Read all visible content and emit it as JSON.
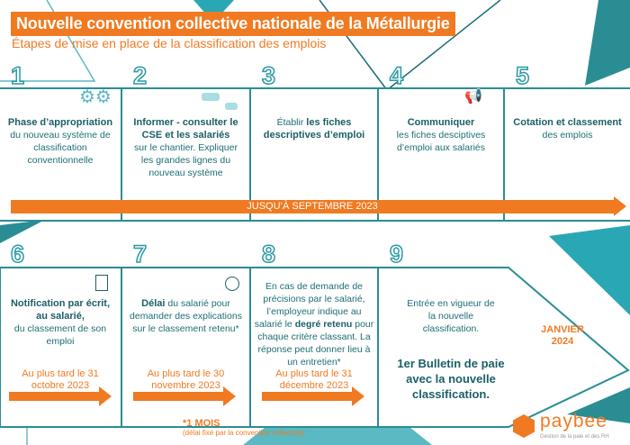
{
  "header": {
    "title": "Nouvelle convention collective nationale de la Métallurgie",
    "subtitle": "Étapes de mise en place de la classification des emplois"
  },
  "colors": {
    "orange": "#f07a22",
    "teal": "#2a8d94",
    "dark_teal": "#1a5f66",
    "light_teal": "#5ab9c2"
  },
  "top_steps": [
    {
      "num": "1",
      "icon": "gears-icon",
      "bold": "Phase d’appropriation",
      "text": "du nouveau système de classification conventionnelle"
    },
    {
      "num": "2",
      "icon": "chat-bubbles-icon",
      "bold": "Informer - consulter le CSE et les salariés",
      "text": "sur le chantier. Expliquer les grandes lignes du nouveau système"
    },
    {
      "num": "3",
      "pre": "Établir",
      "bold": "les fiches descriptives d’emploi"
    },
    {
      "num": "4",
      "icon": "megaphone-icon",
      "bold": "Communiquer",
      "text": "les fiches desciptives d’emploi aux salariés"
    },
    {
      "num": "5",
      "bold": "Cotation et classement",
      "text": "des emplois"
    }
  ],
  "top_arrow_label": "JUSQU’À SEPTEMBRE 2023",
  "bottom_steps": [
    {
      "num": "6",
      "icon": "document-icon",
      "bold": "Notification par écrit, au salarié,",
      "text": "du classement de son emploi",
      "date": "Au plus tard le 31 octobre 2023"
    },
    {
      "num": "7",
      "icon": "clock-icon",
      "bold": "Délai",
      "text": "du salarié pour demander des explications sur le classement retenu*",
      "date": "Au plus tard le 30 novembre 2023"
    },
    {
      "num": "8",
      "pre": "En cas de demande de précisions par le salarié, l’employeur indique au salarié le",
      "bold": "degré retenu",
      "text": "pour chaque critère classant. La réponse peut donner lieu à un entretien*",
      "date": "Au plus tard le 31 décembre 2023"
    },
    {
      "num": "9",
      "text": "Entrée en vigueur de la nouvelle classification.",
      "bold": "1er Bulletin de paie avec la nouvelle classification."
    }
  ],
  "final_date": "JANVIER 2024",
  "footnote": {
    "title": "*1 MOIS",
    "text": "(délai fixé par la convention collective)"
  },
  "logo": {
    "name": "paybee",
    "tagline": "Gestion de la paie et des RH"
  }
}
